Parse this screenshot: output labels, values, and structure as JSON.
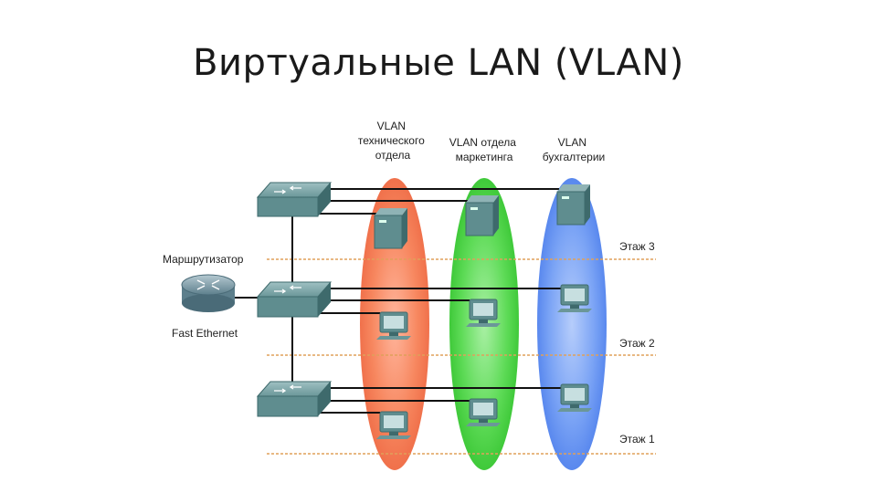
{
  "title": "Виртуальные LAN (VLAN)",
  "vlans": [
    {
      "lines": [
        "VLAN",
        "технического",
        "отдела"
      ],
      "color": "#f47b55"
    },
    {
      "lines": [
        "VLAN отдела",
        "маркетинга"
      ],
      "color": "#4fd44a"
    },
    {
      "lines": [
        "VLAN",
        "бухгалтерии"
      ],
      "color": "#5b8ef0"
    }
  ],
  "router": {
    "label": "Маршрутизатор",
    "link_label": "Fast Ethernet"
  },
  "floors": [
    "Этаж 3",
    "Этаж 2",
    "Этаж 1"
  ],
  "colors": {
    "floor_line": "#e0a05a",
    "device_body": "#5f8d8f",
    "device_dark": "#3e6a6c",
    "router_body": "#7c9aa6",
    "cable": "#111111"
  }
}
